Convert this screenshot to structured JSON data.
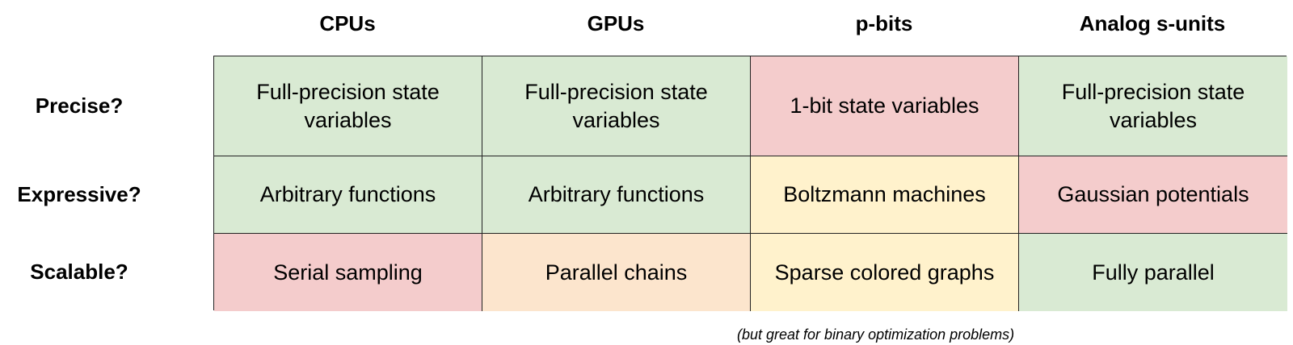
{
  "columns": [
    "CPUs",
    "GPUs",
    "p-bits",
    "Analog s-units"
  ],
  "rows": [
    {
      "label": "Precise?",
      "cells": [
        {
          "text": "Full-precision state variables",
          "color": "#d9ead3"
        },
        {
          "text": "Full-precision state variables",
          "color": "#d9ead3"
        },
        {
          "text": "1-bit state variables",
          "color": "#f4cccc"
        },
        {
          "text": "Full-precision state variables",
          "color": "#d9ead3"
        }
      ]
    },
    {
      "label": "Expressive?",
      "cells": [
        {
          "text": "Arbitrary functions",
          "color": "#d9ead3"
        },
        {
          "text": "Arbitrary functions",
          "color": "#d9ead3"
        },
        {
          "text": "Boltzmann machines",
          "color": "#fff2cc"
        },
        {
          "text": "Gaussian potentials",
          "color": "#f4cccc"
        }
      ]
    },
    {
      "label": "Scalable?",
      "cells": [
        {
          "text": "Serial sampling",
          "color": "#f4cccc"
        },
        {
          "text": "Parallel chains",
          "color": "#fce5cd"
        },
        {
          "text": "Sparse colored graphs",
          "color": "#fff2cc"
        },
        {
          "text": "Fully parallel",
          "color": "#d9ead3"
        }
      ]
    }
  ],
  "footnote": "(but great for binary optimization problems)"
}
